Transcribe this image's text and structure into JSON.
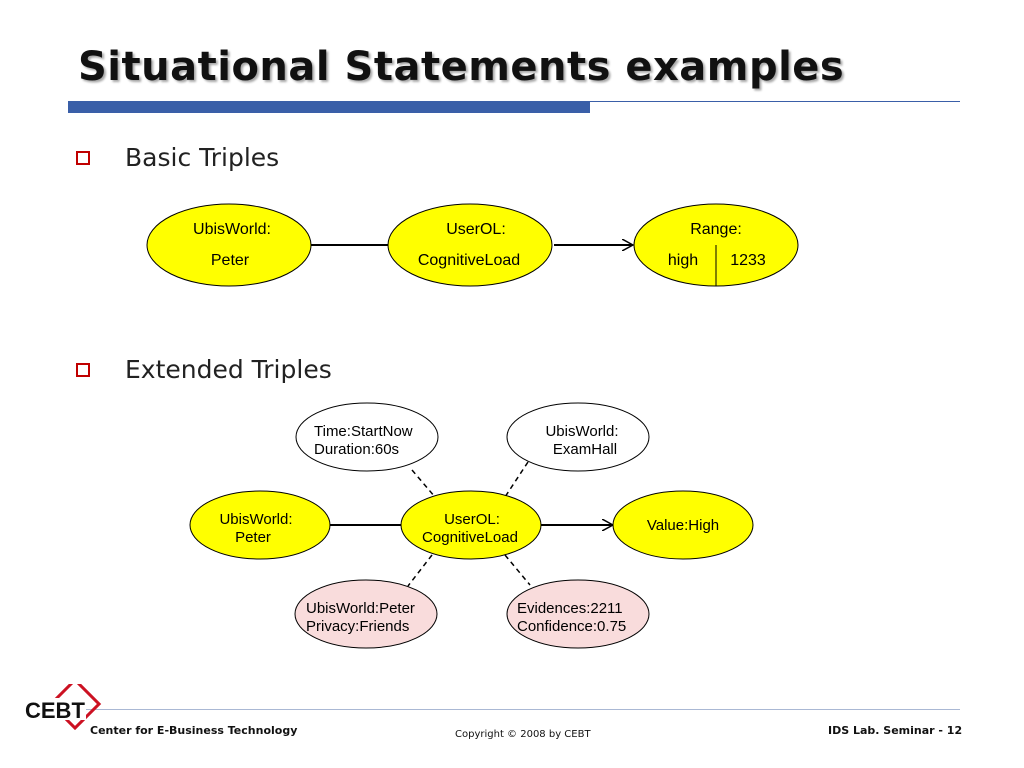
{
  "slide": {
    "title": "Situational Statements examples",
    "bullets": [
      {
        "label": "Basic Triples"
      },
      {
        "label": "Extended Triples"
      }
    ]
  },
  "basic": {
    "subject": {
      "line1": "UbisWorld:",
      "line2": "Peter"
    },
    "predicate": {
      "line1": "UserOL:",
      "line2": "CognitiveLoad"
    },
    "object": {
      "line1": "Range:",
      "left": "high",
      "right": "1233"
    }
  },
  "extended": {
    "time": {
      "line1": "Time:StartNow",
      "line2": "Duration:60s"
    },
    "location": {
      "line1": "UbisWorld:",
      "line2": "ExamHall"
    },
    "subject": {
      "line1": "UbisWorld:",
      "line2": "Peter"
    },
    "predicate": {
      "line1": "UserOL:",
      "line2": "CognitiveLoad"
    },
    "object": {
      "line1": "Value:High"
    },
    "privacy": {
      "line1": "UbisWorld:Peter",
      "line2": "Privacy:Friends"
    },
    "evidence": {
      "line1": "Evidences:2211",
      "line2": "Confidence:0.75"
    }
  },
  "colors": {
    "yellow_node": "#ffff00",
    "pink_node": "#f9dcdc",
    "white_node": "#ffffff",
    "accent_bar": "#3a5fa8",
    "bullet": "#c00000",
    "logo_red": "#cc1122"
  },
  "footer": {
    "logo_text": "CEBT",
    "org": "Center for E-Business Technology",
    "copyright": "Copyright © 2008 by CEBT",
    "page": "IDS Lab. Seminar - 12"
  }
}
